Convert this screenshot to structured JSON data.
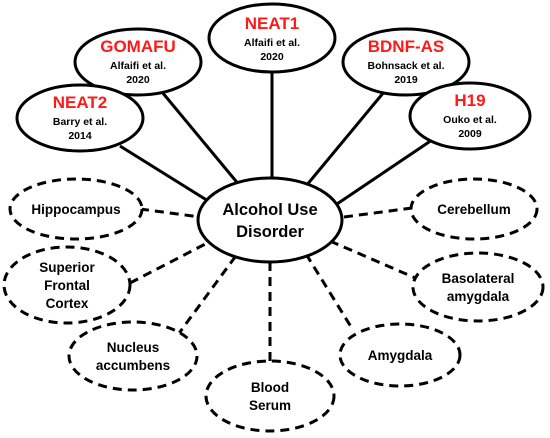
{
  "center": {
    "line1": "Alcohol Use",
    "line2": "Disorder"
  },
  "colors": {
    "gene_name": "#ff1a1a",
    "outline": "#000000",
    "text": "#000000",
    "background": "#ffffff"
  },
  "genes": [
    {
      "name": "NEAT1",
      "cite1": "Alfaifi et al.",
      "cite2": "2020"
    },
    {
      "name": "GOMAFU",
      "cite1": "Alfaifi et al.",
      "cite2": "2020"
    },
    {
      "name": "BDNF-AS",
      "cite1": "Bohnsack et al.",
      "cite2": "2019"
    },
    {
      "name": "NEAT2",
      "cite1": "Barry et al.",
      "cite2": "2014"
    },
    {
      "name": "H19",
      "cite1": "Ouko et al.",
      "cite2": "2009"
    }
  ],
  "regions": [
    {
      "lines": [
        "Hippocampus"
      ]
    },
    {
      "lines": [
        "Cerebellum"
      ]
    },
    {
      "lines": [
        "Superior",
        "Frontal",
        "Cortex"
      ]
    },
    {
      "lines": [
        "Basolateral",
        "amygdala"
      ]
    },
    {
      "lines": [
        "Nucleus",
        "accumbens"
      ]
    },
    {
      "lines": [
        "Amygdala"
      ]
    },
    {
      "lines": [
        "Blood",
        "Serum"
      ]
    }
  ]
}
